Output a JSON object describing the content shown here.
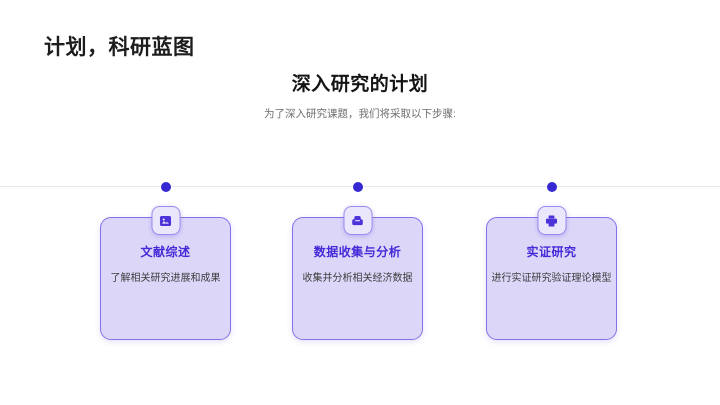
{
  "slide": {
    "page_title": "计划，科研蓝图",
    "heading": "深入研究的计划",
    "subtitle": "为了深入研究课题，我们将采取以下步骤:",
    "steps": [
      {
        "icon": "image-icon",
        "title": "文献综述",
        "desc": "了解相关研究进展和成果"
      },
      {
        "icon": "inbox-icon",
        "title": "数据收集与分析",
        "desc": "收集并分析相关经济数据"
      },
      {
        "icon": "printer-icon",
        "title": "实证研究",
        "desc": "进行实证研究验证理论模型"
      }
    ],
    "colors": {
      "page_title": "#1d1d1d",
      "heading": "#141414",
      "subtitle": "#6e6e6e",
      "accent": "#4629d8",
      "desc": "#3c3c3c",
      "dot": "#3629d3",
      "line": "#e8e8ec",
      "card_bg": "#dcd6f8",
      "card_border": "#8273e8",
      "icon_box_bg": "#eae7fc",
      "icon_box_border": "#9a8cee",
      "icon_fill": "#4b33d9"
    }
  }
}
